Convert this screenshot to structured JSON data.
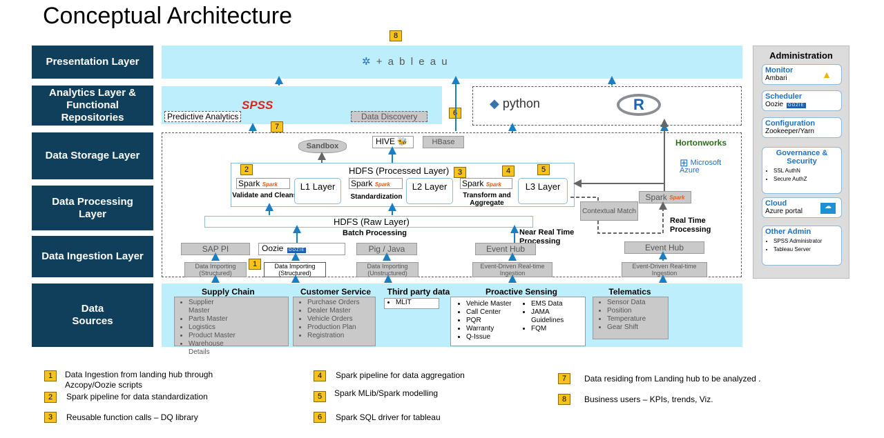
{
  "title": "Conceptual Architecture",
  "layers": {
    "presentation": "Presentation Layer",
    "analytics": "Analytics Layer & Functional Repositories",
    "storage": "Data Storage Layer",
    "processing": "Data Processing Layer",
    "ingestion": "Data Ingestion Layer",
    "sources": "Data Sources"
  },
  "presentation": {
    "tableau": "+ a b l e a u"
  },
  "analytics": {
    "spss": "SPSS",
    "predictive": "Predictive Analytics",
    "discovery": "Data Discovery",
    "python": "python",
    "r": "R"
  },
  "storage": {
    "sandbox": "Sandbox",
    "hive": "HIVE",
    "hbase": "HBase",
    "hortonworks": "Hortonworks",
    "azure": "Microsoft Azure"
  },
  "processing": {
    "hdfs_processed": "HDFS (Processed Layer)",
    "spark": "Spark",
    "validate": "Validate and Cleanse",
    "standardization": "Standardization",
    "transform": "Transform and Aggregate",
    "l1": "L1 Layer",
    "l2": "L2 Layer",
    "l3": "L3 Layer",
    "contextual": "Contextual Match",
    "spark_rt": "Spark",
    "hdfs_raw": "HDFS (Raw Layer)",
    "batch": "Batch Processing",
    "near_rt": "Near Real Time Processing",
    "real_time": "Real Time Processing"
  },
  "ingestion": {
    "sap": "SAP PI",
    "oozie": "Oozie",
    "pig": "Pig / Java",
    "eventhub1": "Event Hub",
    "eventhub2": "Event Hub",
    "di_struct1": "Data Importing (Structured)",
    "di_struct2": "Data Importing (Structured)",
    "di_unstruct": "Data Importing (Unstructured)",
    "ed1": "Event-Driven Real-time Ingestion",
    "ed2": "Event-Driven Real-time Ingestion"
  },
  "sources": {
    "supply": {
      "title": "Supply Chain",
      "col1": [
        "Supplier Master",
        "Parts Master",
        "Logistics"
      ],
      "col2": [
        "Product Master",
        "Warehouse Details"
      ]
    },
    "customer": {
      "title": "Customer Service",
      "items": [
        "Purchase Orders",
        "Dealer Master",
        "Vehicle Orders",
        "Production Plan",
        "Registration"
      ]
    },
    "third": {
      "title": "Third party data",
      "items": [
        "MLIT"
      ]
    },
    "proactive": {
      "title": "Proactive Sensing",
      "col1": [
        "Vehicle Master",
        "Call Center",
        "PQR",
        "Warranty",
        "Q-Issue"
      ],
      "col2": [
        "EMS Data",
        "JAMA Guidelines",
        "FQM"
      ]
    },
    "telematics": {
      "title": "Telematics",
      "items": [
        "Sensor Data",
        "Position",
        "Temperature",
        "Gear Shift"
      ]
    }
  },
  "admin": {
    "title": "Administration",
    "monitor": {
      "head": "Monitor",
      "sub": "Ambari"
    },
    "scheduler": {
      "head": "Scheduler",
      "sub": "Oozie"
    },
    "config": {
      "head": "Configuration",
      "sub": "Zookeeper/Yarn"
    },
    "governance": {
      "head": "Governance & Security",
      "items": [
        "SSL AuthN",
        "Secure AuthZ"
      ]
    },
    "cloud": {
      "head": "Cloud",
      "sub": "Azure portal"
    },
    "other": {
      "head": "Other Admin",
      "items": [
        "SPSS Administrator",
        "Tableau Server"
      ]
    }
  },
  "badges": {
    "b1": "1",
    "b2": "2",
    "b3": "3",
    "b4": "4",
    "b5": "5",
    "b6": "6",
    "b7": "7",
    "b8": "8"
  },
  "legend": [
    {
      "num": "1",
      "text": "Data Ingestion from landing hub through Azcopy/Oozie scripts"
    },
    {
      "num": "2",
      "text": "Spark pipeline for data standardization"
    },
    {
      "num": "3",
      "text": "Reusable function calls – DQ library"
    },
    {
      "num": "4",
      "text": "Spark pipeline for data aggregation"
    },
    {
      "num": "5",
      "text": "Spark MLib/Spark modelling"
    },
    {
      "num": "6",
      "text": "Spark SQL driver for tableau"
    },
    {
      "num": "7",
      "text": "Data residing from Landing hub to be analyzed ."
    },
    {
      "num": "8",
      "text": "Business users – KPIs, trends, Viz."
    }
  ],
  "colors": {
    "layer": "#0f3f5a",
    "cyan": "#bdeefb",
    "badge": "#f7c21b",
    "arrow": "#1a7ec2"
  }
}
